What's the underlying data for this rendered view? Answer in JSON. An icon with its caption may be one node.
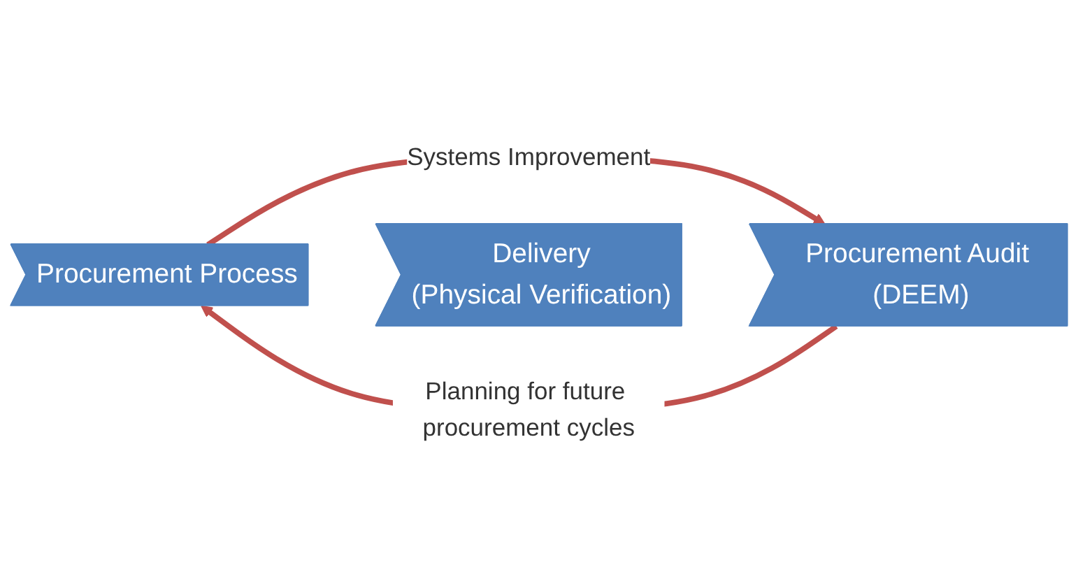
{
  "diagram": {
    "nodes": [
      {
        "text": [
          "Procurement Process"
        ]
      },
      {
        "text": [
          "Delivery",
          "(Physical Verification)"
        ]
      },
      {
        "text": [
          "Procurement Audit (DEEM)"
        ]
      }
    ],
    "edges": [
      {
        "from": 0,
        "to": 2,
        "arrow": "to",
        "label": "Systems Improvement"
      },
      {
        "from": 2,
        "to": 0,
        "arrow": "to",
        "label": "Planning for future procurement cycles"
      }
    ]
  }
}
